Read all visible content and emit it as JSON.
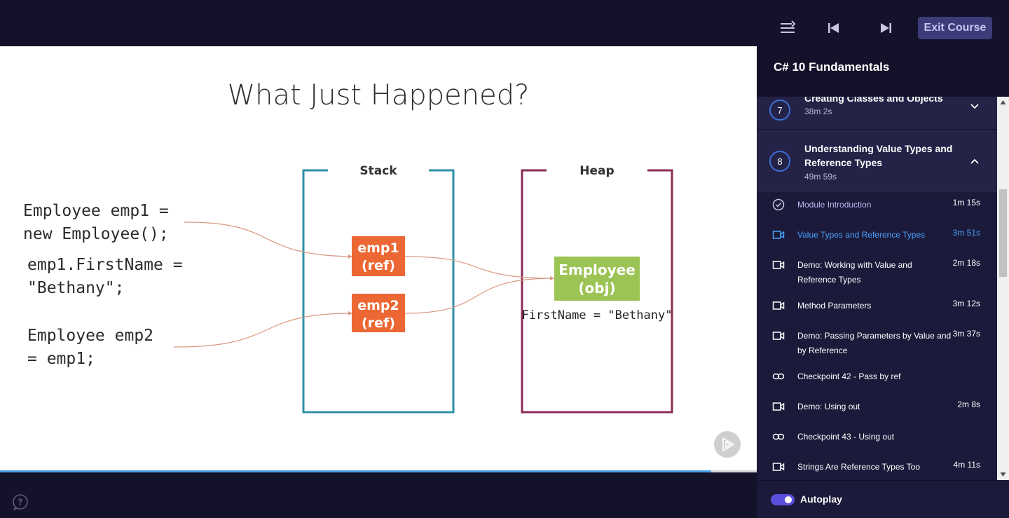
{
  "toolbar": {
    "exit_label": "Exit Course",
    "icons": [
      "playlist-icon",
      "previous-icon",
      "next-icon"
    ]
  },
  "slide": {
    "title": "What Just Happened?",
    "code_lines": [
      "Employee emp1 =\nnew Employee();",
      "emp1.FirstName =\n\"Bethany\";",
      "Employee emp2\n= emp1;"
    ],
    "stack_label": "Stack",
    "heap_label": "Heap",
    "ref1_line1": "emp1",
    "ref1_line2": "(ref)",
    "ref2_line1": "emp2",
    "ref2_line2": "(ref)",
    "obj_line1": "Employee",
    "obj_line2": "(obj)",
    "field_text": "FirstName = \"Bethany\"",
    "colors": {
      "stack_border": "#2f8fa8",
      "heap_border": "#8b2c56",
      "ref_box": "#ec6734",
      "obj_box": "#9cc454",
      "arrow": "#d99a80"
    }
  },
  "player": {
    "progress_percent": 94
  },
  "sidebar": {
    "course_title": "C# 10 Fundamentals",
    "modules": [
      {
        "num": "7",
        "title": "Creating Classes and Objects",
        "duration": "38m 2s",
        "expanded": false
      },
      {
        "num": "8",
        "title": "Understanding Value Types and Reference Types",
        "duration": "49m 59s",
        "expanded": true
      }
    ],
    "clips": [
      {
        "title": "Module Introduction",
        "duration": "1m 15s",
        "icon": "check-circle-icon",
        "state": "done"
      },
      {
        "title": "Value Types and Reference Types",
        "duration": "3m 51s",
        "icon": "video-icon",
        "state": "active"
      },
      {
        "title": "Demo: Working with Value and Reference Types",
        "duration": "2m 18s",
        "icon": "video-icon",
        "state": ""
      },
      {
        "title": "Method Parameters",
        "duration": "3m 12s",
        "icon": "video-icon",
        "state": ""
      },
      {
        "title": "Demo: Passing Parameters by Value and by Reference",
        "duration": "3m 37s",
        "icon": "video-icon",
        "state": ""
      },
      {
        "title": "Checkpoint 42 - Pass by ref",
        "duration": "",
        "icon": "link-icon",
        "state": ""
      },
      {
        "title": "Demo: Using out",
        "duration": "2m 8s",
        "icon": "video-icon",
        "state": ""
      },
      {
        "title": "Checkpoint 43 - Using out",
        "duration": "",
        "icon": "link-icon",
        "state": ""
      },
      {
        "title": "Strings Are Reference Types Too",
        "duration": "4m 11s",
        "icon": "video-icon",
        "state": ""
      }
    ],
    "autoplay_label": "Autoplay",
    "autoplay_on": true
  }
}
